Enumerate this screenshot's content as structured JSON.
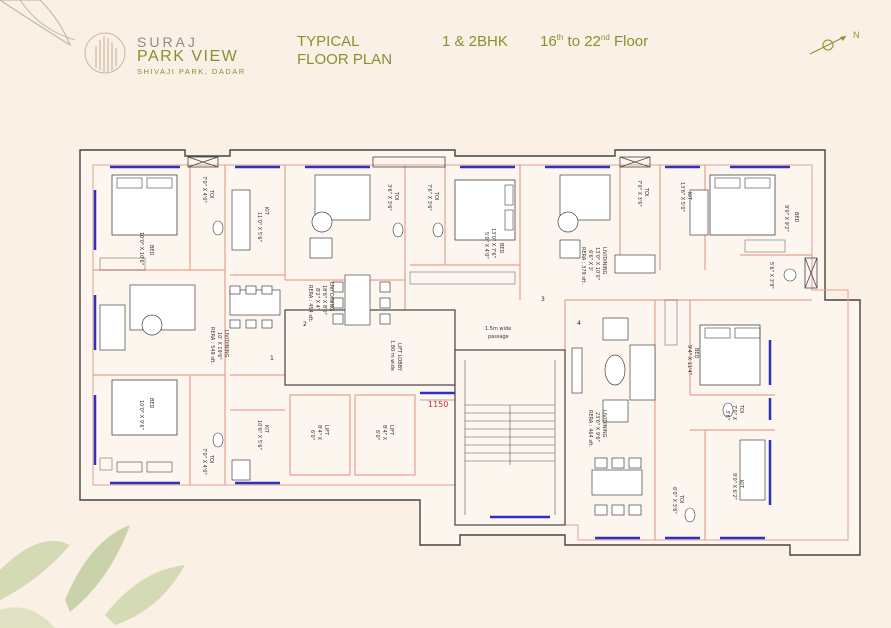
{
  "header": {
    "brand_top": "SURAJ",
    "brand_name": "PARK VIEW",
    "brand_location": "SHIVAJI PARK, DADAR",
    "title_line1": "TYPICAL",
    "title_line2": "FLOOR PLAN",
    "unit_type": "1 & 2BHK",
    "floor_from": "16",
    "floor_from_sup": "th",
    "floor_to_text": " to 22",
    "floor_to_sup": "nd",
    "floor_suffix": " Floor",
    "compass_label": "N"
  },
  "rooms": {
    "bed_top_left": "BED",
    "bed_top_left_dim": "10'0\" X 10'6\"",
    "toi_top_left": "TOI",
    "toi_top_left_dim": "7'0\" X 4'0\"",
    "kit_top_left": "KIT",
    "kit_top_left_dim": "11'0\" X 5'6\"",
    "liv_left": "LIV/DINING",
    "liv_left_dim": "10' X 19'6\"",
    "liv_left_rera": "RERA : 549 sft.",
    "bed_bottom_left": "BED",
    "bed_bottom_left_dim": "10'0\" X 9'6\"",
    "toi_bottom_left": "TOI",
    "toi_bottom_left_dim": "7'0\" X 4'0\"",
    "kit_bottom_left": "KIT",
    "kit_bottom_left_dim": "10'6\" X 5'6\"",
    "liv_top_mid": "LIV/ DINING",
    "liv_top_mid_dim": "18'6\" X 8'0\"",
    "liv_top_mid_dim2": "8'2\" X 4'",
    "liv_top_mid_rera": "RERA : 454 sft.",
    "toi_mid1": "TOI",
    "toi_mid1_dim": "3'6\" X 3'6\"",
    "toi_mid2": "TOI",
    "toi_mid2_dim": "7'6\" X 3'6\"",
    "bed_mid": "BED",
    "bed_mid_dim": "13'0\" X 7'6\"",
    "bed_mid_dim2": "5'0\" X 4'0\"",
    "liv_top_right": "LIV/DINING",
    "liv_top_right_dim": "13'0\" X 10'0\"",
    "liv_top_right_dim2": "6'6\" X 3'",
    "liv_top_right_rera": "RERA : 379 sft.",
    "toi_top_right": "TOI",
    "toi_top_right_dim": "7'0\" X 3'6\"",
    "kit_top_right": "KIT",
    "kit_top_right_dim": "13'6\" X 5'0\"",
    "bed_top_right": "BED",
    "bed_top_right_dim": "9'0\" X 9'2\"",
    "toi_top_right2_dim": "5'6\" X 3'9\"",
    "lift_lobby": "LIFT LOBBY",
    "lift_lobby_dim": "1.80 m wide",
    "passage": "1.5m wide",
    "passage2": "passage",
    "lift1": "LIFT",
    "lift1_dim": "8'4\" X",
    "lift1_dim2": "6'0\"",
    "lift2": "LIFT",
    "lift2_dim": "8'4\" X",
    "lift2_dim2": "6'0\"",
    "dimension_1150": "1150",
    "liv_right": "LIV/DINING",
    "liv_right_dim": "23'6\" X 9'6\"",
    "liv_right_rera": "RERA : 464 sft.",
    "bed_right": "BED",
    "bed_right_dim": "9'4\" X 11'4\"",
    "toi_right": "TOI",
    "toi_right_dim": "7'0\" X",
    "toi_right_dim2": "3'6\"",
    "toi_right2": "TOI",
    "toi_right2_dim": "6'0\" X 3'6\"",
    "kit_right": "KIT",
    "kit_right_dim": "9'0\" X 6'2\"",
    "num1": "1",
    "num2": "2",
    "num3": "3",
    "num4": "4"
  },
  "colors": {
    "background": "#fbf0e6",
    "accent": "#8e8d2f",
    "wall": "#444444",
    "inner_wall": "#e8a090",
    "window": "#3030c0",
    "leaf": "#c9d4a8"
  }
}
